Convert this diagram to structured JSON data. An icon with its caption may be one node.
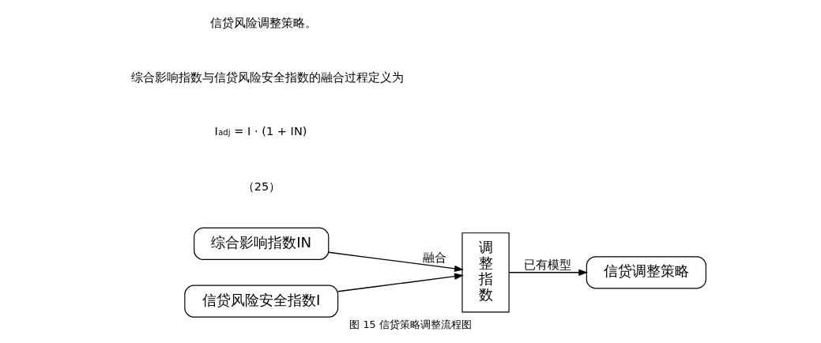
{
  "diagram": {
    "caption": "图 15 信贷策略调整流程图",
    "nodes": [
      {
        "text": [
          "综合影响指数IN"
        ]
      },
      {
        "text": [
          "信贷风险安全指数I"
        ]
      },
      {
        "text": [
          "调整指数"
        ]
      },
      {
        "text": [
          "信贷调整策略"
        ]
      }
    ],
    "edges": [
      {
        "from": 0,
        "to": 2,
        "arrow": "to",
        "label": "融合"
      },
      {
        "from": 1,
        "to": 2,
        "arrow": "to"
      },
      {
        "from": 2,
        "to": 3,
        "arrow": "to",
        "label": "已有模型"
      }
    ],
    "labels": [
      "信贷风险调整策略。",
      "综合影响指数与信贷风险安全指数的融合过程定义为",
      "I$_{adj}$ = I · (1 + IN)",
      "（25）"
    ]
  }
}
